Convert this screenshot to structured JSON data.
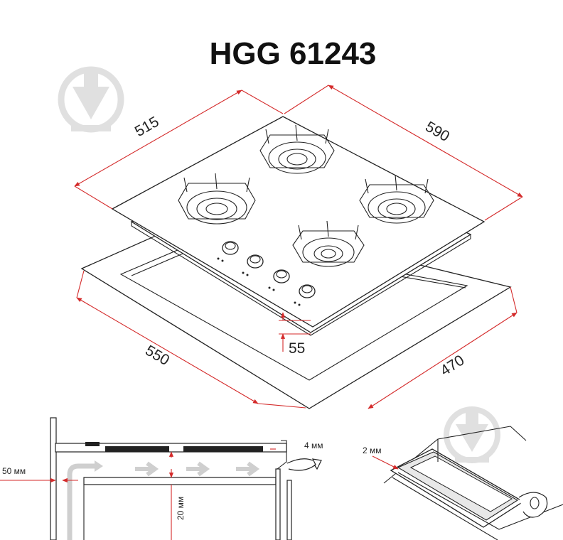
{
  "title": "HGG 61243",
  "top_view": {
    "dim_width": "590",
    "dim_depth": "515",
    "cutout_width": "470",
    "cutout_depth": "550",
    "min_front_gap": "55"
  },
  "side_section": {
    "wall_gap": "50 мм",
    "vent_gap": "4 мм",
    "air_gap": "20 мм"
  },
  "seal_detail": {
    "seal_thickness": "2 мм"
  },
  "watermark_icon": "download-arrow-icon"
}
